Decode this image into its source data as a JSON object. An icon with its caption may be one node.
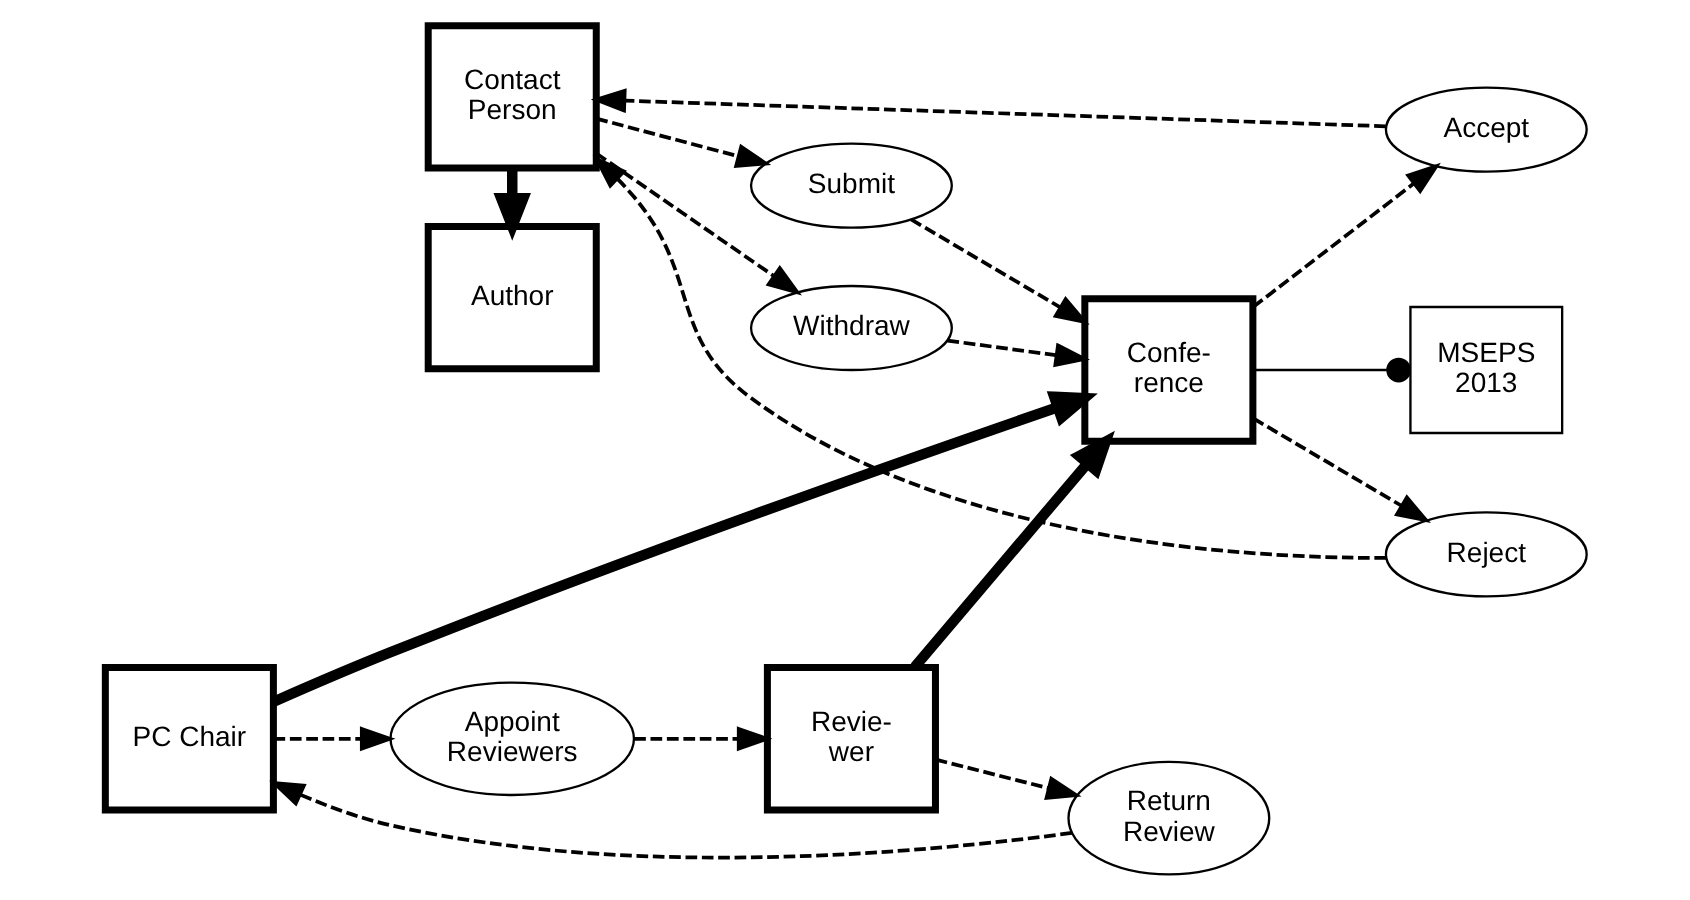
{
  "diagram": {
    "nodes": [
      {
        "text": [
          "Author"
        ]
      },
      {
        "text": [
          "Contact Person"
        ]
      },
      {
        "text": [
          "Submit"
        ]
      },
      {
        "text": [
          "Accept"
        ]
      },
      {
        "text": [
          "Reject"
        ]
      },
      {
        "text": [
          "Withdraw"
        ]
      },
      {
        "text": [
          "Confe- rence"
        ]
      },
      {
        "text": [
          "MSEPS 2013"
        ]
      },
      {
        "text": [
          "PC Chair"
        ]
      },
      {
        "text": [
          "Appoint Reviewers"
        ]
      },
      {
        "text": [
          "Revie- wer"
        ]
      },
      {
        "text": [
          "Return Review"
        ]
      }
    ],
    "edges": [
      {
        "from": 1,
        "to": 0,
        "arrow": "to",
        "style": "thick"
      },
      {
        "from": 1,
        "to": 2,
        "arrow": "to",
        "style": "dashed"
      },
      {
        "from": 2,
        "to": 6,
        "arrow": "to",
        "style": "dashed"
      },
      {
        "from": 6,
        "to": 3,
        "arrow": "to",
        "style": "dashed"
      },
      {
        "from": 3,
        "to": 1,
        "arrow": "to",
        "style": "dashed"
      },
      {
        "from": 6,
        "to": 4,
        "arrow": "to",
        "style": "dashed"
      },
      {
        "from": 4,
        "to": 1,
        "arrow": "to",
        "style": "dashed"
      },
      {
        "from": 1,
        "to": 5,
        "arrow": "to",
        "style": "dashed"
      },
      {
        "from": 5,
        "to": 6,
        "arrow": "to",
        "style": "dashed"
      },
      {
        "from": 6,
        "to": 7,
        "arrow": "other"
      },
      {
        "from": 8,
        "to": 6,
        "arrow": "to",
        "style": "thick"
      },
      {
        "from": 10,
        "to": 6,
        "arrow": "to",
        "style": "thick"
      },
      {
        "from": 8,
        "to": 9,
        "arrow": "to",
        "style": "dashed"
      },
      {
        "from": 9,
        "to": 10,
        "arrow": "to",
        "style": "dashed"
      },
      {
        "from": 10,
        "to": 11,
        "arrow": "to",
        "style": "dashed"
      },
      {
        "from": 11,
        "to": 8,
        "arrow": "to",
        "style": "dashed"
      }
    ]
  }
}
